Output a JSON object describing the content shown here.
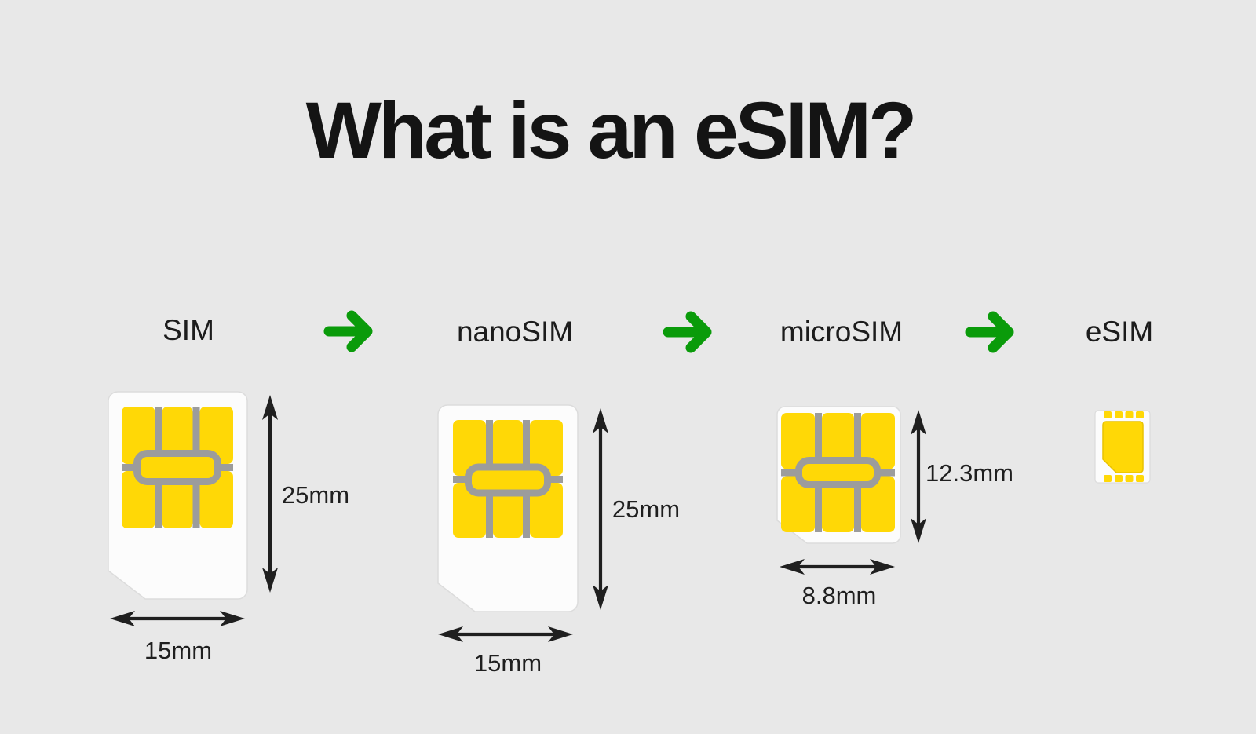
{
  "title": "What is an eSIM?",
  "colors": {
    "background": "#e8e8e8",
    "title_color": "#141414",
    "label_color": "#1c1c1c",
    "dimension_color": "#1f1f1f",
    "card_body": "#fcfcfc",
    "card_border": "#dcdcdc",
    "chip_yellow": "#ffd806",
    "chip_gold_edge": "#e8c200",
    "chip_gray": "#9c9c9c",
    "arrow_green": "#0a9b0a"
  },
  "cards": [
    {
      "id": "sim",
      "label": "SIM",
      "height": "25mm",
      "width": "15mm"
    },
    {
      "id": "nanosim",
      "label": "nanoSIM",
      "height": "25mm",
      "width": "15mm"
    },
    {
      "id": "microsim",
      "label": "microSIM",
      "height": "12.3mm",
      "width": "8.8mm"
    },
    {
      "id": "esim",
      "label": "eSIM"
    }
  ],
  "icons": {
    "next_arrow": "→",
    "height_dimension_arrow": "↕",
    "width_dimension_arrow": "↔"
  }
}
